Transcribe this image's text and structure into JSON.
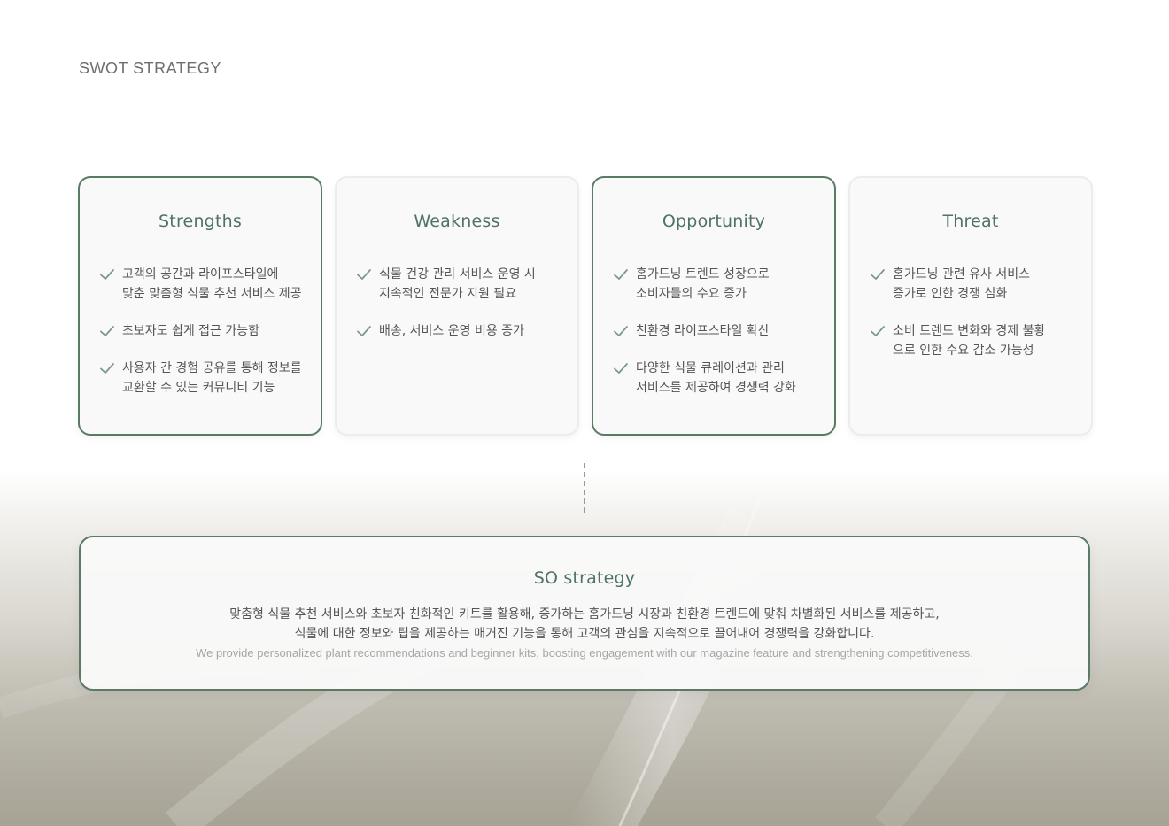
{
  "page": {
    "heading": "SWOT STRATEGY"
  },
  "cards": [
    {
      "title": "Strengths",
      "highlighted": true,
      "items": [
        "고객의 공간과 라이프스타일에\n맞춘 맞춤형 식물 추천 서비스 제공",
        "초보자도 쉽게 접근 가능함",
        "사용자 간 경험 공유를 통해 정보를\n교환할 수 있는 커뮤니티 기능"
      ]
    },
    {
      "title": "Weakness",
      "highlighted": false,
      "items": [
        "식물 건강 관리 서비스 운영 시\n지속적인 전문가 지원 필요",
        "배송, 서비스 운영 비용 증가"
      ]
    },
    {
      "title": "Opportunity",
      "highlighted": true,
      "items": [
        "홈가드닝 트렌드 성장으로\n소비자들의 수요 증가",
        "친환경 라이프스타일 확산",
        "다양한 식물 큐레이션과 관리\n서비스를 제공하여 경쟁력 강화"
      ]
    },
    {
      "title": "Threat",
      "highlighted": false,
      "items": [
        "홈가드닝 관련 유사 서비스\n증가로 인한 경쟁 심화",
        "소비 트렌드 변화와 경제 불황\n으로 인한 수요 감소 가능성"
      ]
    }
  ],
  "so_strategy": {
    "title": "SO strategy",
    "description": "맞춤형 식물 추천 서비스와 초보자 친화적인 키트를 활용해, 증가하는 홈가드닝 시장과 친환경 트렌드에 맞춰 차별화된 서비스를 제공하고,\n식물에 대한 정보와 팁을 제공하는 매거진 기능을 통해 고객의 관심을 지속적으로 끌어내어 경쟁력을 강화합니다.",
    "english": "We provide personalized plant recommendations and beginner kits, boosting engagement with our magazine feature and strengthening competitiveness."
  },
  "icons": {
    "item_marker": "check-icon",
    "background": "leaf-image"
  },
  "colors": {
    "accent": "#4f7362",
    "highlight_border": "#5a7a66",
    "card_background": "#f9f9f9",
    "body_text": "#555555",
    "muted_text": "#a6a6a6"
  }
}
